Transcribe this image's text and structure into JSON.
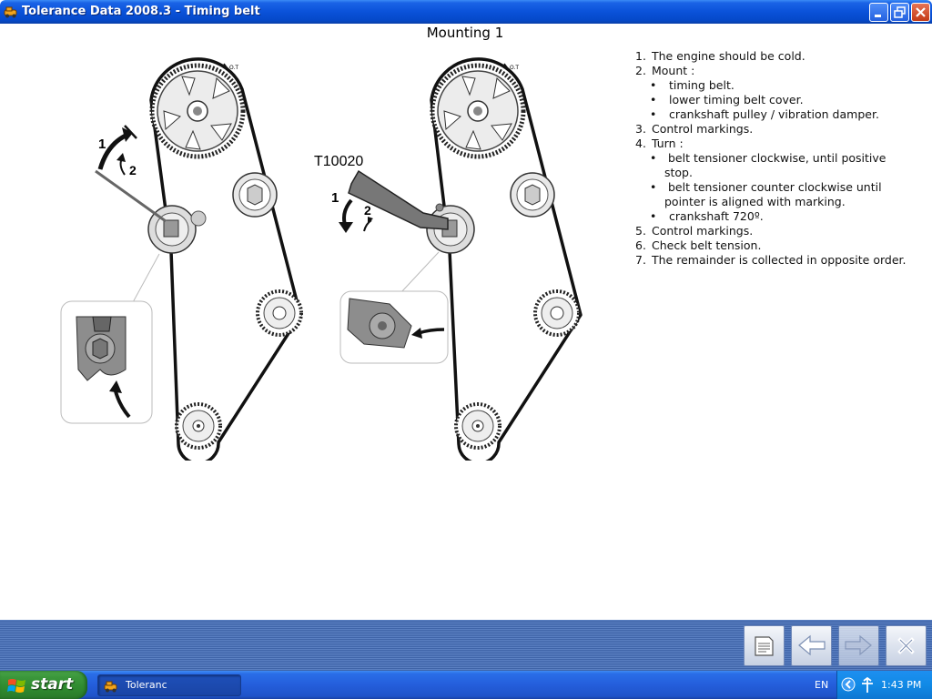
{
  "window": {
    "title": "Tolerance Data 2008.3 - Timing belt",
    "buttons": [
      "minimize",
      "maximize",
      "close"
    ]
  },
  "page": {
    "title": "Mounting 1"
  },
  "diagram": {
    "tool_label": "T10020",
    "left_arrow_1": "1",
    "left_arrow_2": "2",
    "right_arrow_1": "1",
    "right_arrow_2": "2",
    "ot_mark_left": "O.T",
    "ot_mark_right": "O.T"
  },
  "instructions": {
    "s1_num": "1.",
    "s1": "The engine should be cold.",
    "s2_num": "2.",
    "s2": "Mount :",
    "s2_b1": "timing belt.",
    "s2_b2": "lower timing belt cover.",
    "s2_b3": "crankshaft pulley / vibration damper.",
    "s3_num": "3.",
    "s3": "Control markings.",
    "s4_num": "4.",
    "s4": "Turn :",
    "s4_b1": "belt tensioner clockwise, until positive stop.",
    "s4_b2": "belt tensioner counter clockwise until pointer is aligned with marking.",
    "s4_b3": "crankshaft 720º.",
    "s5_num": "5.",
    "s5": "Control markings.",
    "s6_num": "6.",
    "s6": "Check belt tension.",
    "s7_num": "7.",
    "s7": "The remainder is collected in opposite order.",
    "bullet": "•"
  },
  "toolbar": {
    "buttons": [
      "document-icon",
      "back-arrow-icon",
      "forward-arrow-icon",
      "close-x-icon"
    ]
  },
  "taskbar": {
    "start_label": "start",
    "task_label": "Toleranc",
    "language": "EN",
    "clock": "1:43 PM"
  },
  "colors": {
    "titlebar": "#0a52d9",
    "bottombar": "#4f74b8",
    "taskbar": "#245edb",
    "start": "#2f8a2f"
  }
}
